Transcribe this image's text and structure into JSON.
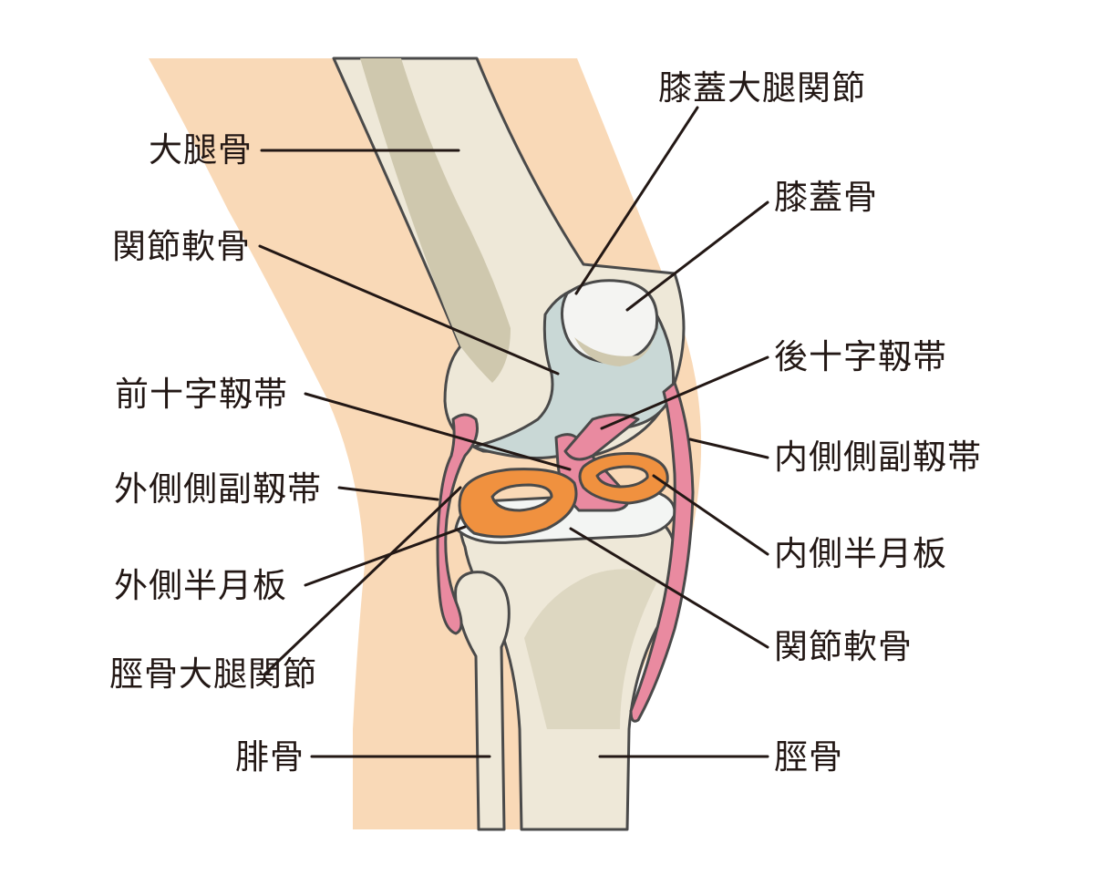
{
  "diagram": {
    "colors": {
      "skin": "#f9d9b7",
      "bone": "#eee8d8",
      "bone_shadow": "#cfc8ae",
      "outline": "#4a4a4a",
      "cartilage": "#c9d8d6",
      "cartilage_light": "#f3f5f3",
      "ligament": "#e98aa0",
      "meniscus": "#f0913f",
      "patella": "#f4f4f2"
    },
    "labels": {
      "femur": "大腿骨",
      "articular_cartilage_upper": "関節軟骨",
      "acl": "前十字靱帯",
      "lcl": "外側側副靱帯",
      "lateral_meniscus": "外側半月板",
      "tibiofemoral_joint": "脛骨大腿関節",
      "fibula": "腓骨",
      "patellofemoral_joint": "膝蓋大腿関節",
      "patella": "膝蓋骨",
      "pcl": "後十字靱帯",
      "mcl": "内側側副靱帯",
      "medial_meniscus": "内側半月板",
      "articular_cartilage_lower": "関節軟骨",
      "tibia": "脛骨"
    }
  }
}
